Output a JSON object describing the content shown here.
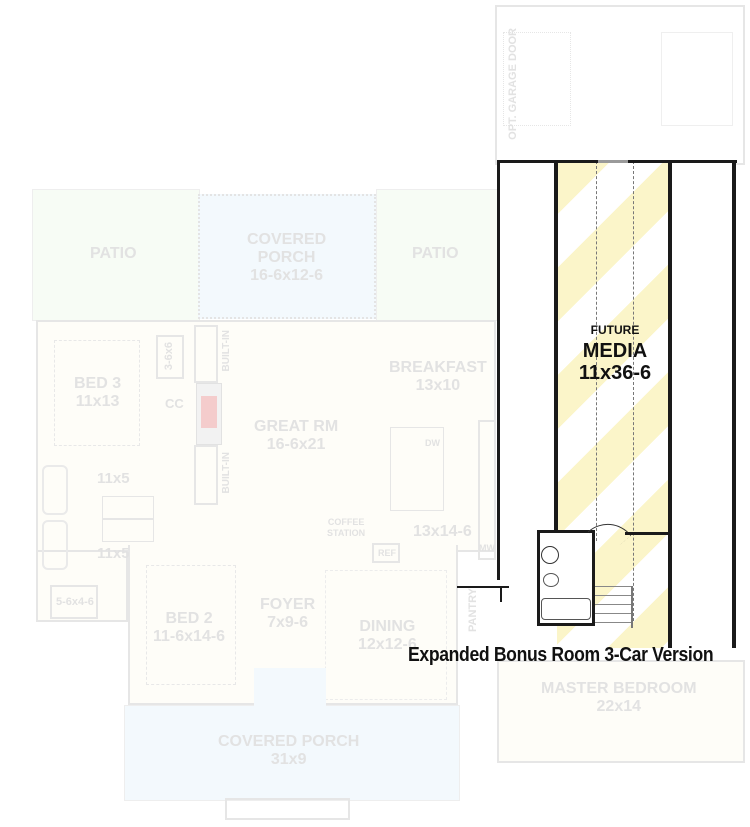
{
  "plan": {
    "caption": "Expanded Bonus Room 3-Car Version",
    "colors": {
      "patio_fill": "#f7fcf5",
      "porch_fill": "#f3f9fd",
      "interior_fill": "#fefdf8",
      "bonus_stripe": "#fbf5c9",
      "fireplace": "#f4cccc",
      "faint_text": "#e2e2e2",
      "bold_text": "#111111",
      "bold_wall": "#1a1a1a"
    },
    "exterior": {
      "patio_left": {
        "name": "PATIO"
      },
      "patio_right": {
        "name": "PATIO"
      },
      "covered_porch_rear": {
        "name": "COVERED",
        "name2": "PORCH",
        "dim": "16-6x12-6"
      },
      "covered_porch_front": {
        "name": "COVERED PORCH",
        "dim": "31x9"
      }
    },
    "rooms": {
      "bed3": {
        "name": "BED 3",
        "dim": "11x13"
      },
      "closet_3_6x6": {
        "dim": "3-6x6"
      },
      "coat_closet": {
        "name": "CC"
      },
      "bath_upper": {
        "dim": "11x5"
      },
      "bath_lower": {
        "dim": "11x5"
      },
      "closet_5_6x4_6": {
        "dim": "5-6x4-6"
      },
      "bed2": {
        "name": "BED 2",
        "dim": "11-6x14-6"
      },
      "great_room": {
        "name": "GREAT RM",
        "dim": "16-6x21"
      },
      "built_in_upper": {
        "name": "BUILT-IN"
      },
      "built_in_lower": {
        "name": "BUILT-IN"
      },
      "foyer": {
        "name": "FOYER",
        "dim": "7x9-6"
      },
      "dining": {
        "name": "DINING",
        "dim": "12x12-6"
      },
      "breakfast": {
        "name": "BREAKFAST",
        "dim": "13x10"
      },
      "kitchen": {
        "dim": "13x14-6"
      },
      "coffee_station": {
        "name": "COFFEE",
        "name2": "STATION"
      },
      "ref": {
        "name": "REF"
      },
      "dw": {
        "name": "DW"
      },
      "mw": {
        "name": "MW"
      },
      "pantry": {
        "name": "PANTRY"
      },
      "master_bedroom": {
        "name": "MASTER BEDROOM",
        "dim": "22x14"
      },
      "garage_door": {
        "name": "OPT. GARAGE DOOR"
      }
    },
    "bonus": {
      "future": "FUTURE",
      "name": "MEDIA",
      "dim": "11x36-6"
    }
  }
}
